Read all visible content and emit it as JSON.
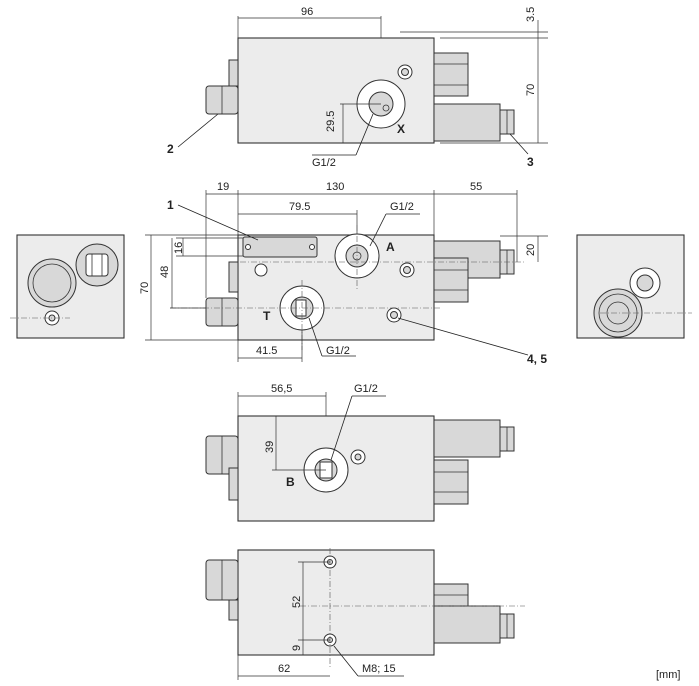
{
  "unit_label": "[mm]",
  "top_view": {
    "dim_width": "96",
    "dim_offset_top": "3.5",
    "dim_height": "70",
    "dim_port_x": "29.5",
    "port_x_label": "X",
    "thread_label": "G1/2",
    "callout_2": "2",
    "callout_3": "3"
  },
  "front_view": {
    "dim_left": "19",
    "dim_width": "130",
    "dim_right": "55",
    "dim_plate": "79.5",
    "thread_a_label": "G1/2",
    "port_a_label": "A",
    "port_t_label": "T",
    "dim_16": "16",
    "dim_48": "48",
    "dim_70": "70",
    "dim_20": "20",
    "dim_41_5": "41.5",
    "thread_t_label": "G1/2",
    "callout_1": "1",
    "callout_4_5": "4, 5"
  },
  "bottom_view": {
    "dim_56_5": "56,5",
    "thread_label": "G1/2",
    "dim_39": "39",
    "port_b_label": "B"
  },
  "mount_view": {
    "dim_52": "52",
    "dim_9": "9",
    "dim_62": "62",
    "thread_label": "M8; 15"
  },
  "colors": {
    "line": "#333333",
    "body": "#ececec",
    "part": "#d8d8d8"
  }
}
